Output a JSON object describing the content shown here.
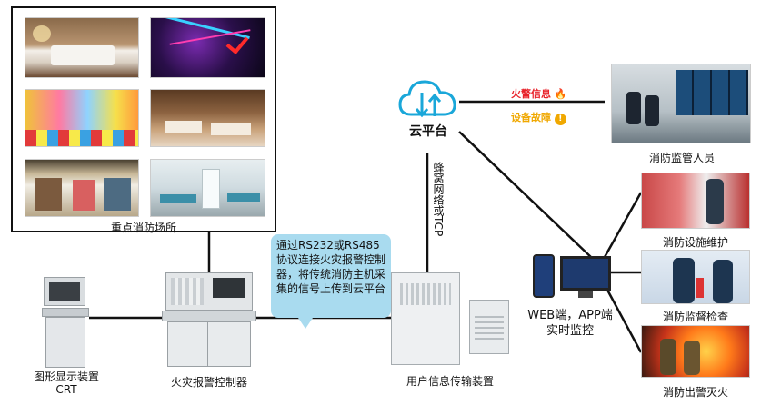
{
  "venues": {
    "caption": "重点消防场所"
  },
  "cloud": {
    "label": "云平台",
    "fire_alarm_tag": "火警信息",
    "fault_tag": "设备故障"
  },
  "link": {
    "vertical_label": "蜂窝网络或TCP"
  },
  "callout": {
    "text": "通过RS232或RS485协议连接火灾报警控制器，将传统消防主机采集的信号上传到云平台"
  },
  "devices": {
    "crt_label_line1": "图形显示装置",
    "crt_label_line2": "CRT",
    "controller_label": "火灾报警控制器",
    "transmitter_label": "用户信息传输装置",
    "monitor_label_line1": "WEB端，APP端",
    "monitor_label_line2": "实时监控"
  },
  "right_column": {
    "supervisor_label": "消防监管人员",
    "maintenance_label": "消防设施维护",
    "inspection_label": "消防监督检查",
    "firefighting_label": "消防出警灭火"
  },
  "colors": {
    "accent_blue": "#1aa7d9",
    "fire_red": "#e8232b",
    "fault_orange": "#f0a800",
    "callout_bg": "#a9dbef"
  }
}
